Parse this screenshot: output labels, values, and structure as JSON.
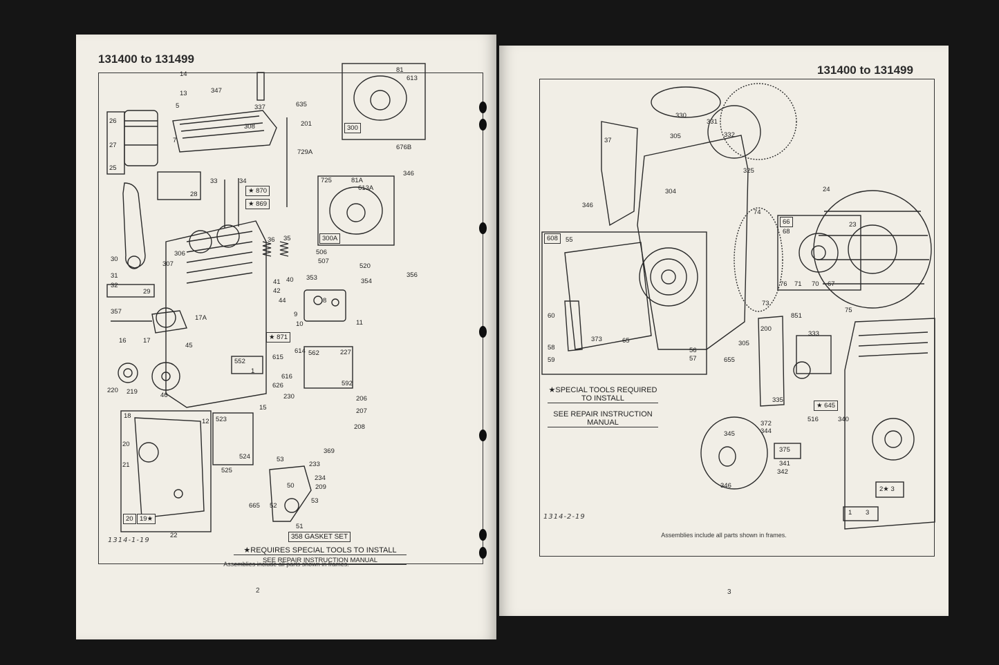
{
  "left_page": {
    "header": "131400 to 131499",
    "page_number": "2",
    "drawing_code": "1314-1-19",
    "note_tools": "★REQUIRES SPECIAL TOOLS TO INSTALL",
    "note_manual": "SEE REPAIR INSTRUCTION MANUAL",
    "caption": "Assemblies include all parts shown in frames.",
    "gasket_set": "358 GASKET SET",
    "labels": [
      "14",
      "13",
      "347",
      "5",
      "337",
      "635",
      "201",
      "81",
      "613",
      "308",
      "26",
      "27",
      "25",
      "7",
      "300",
      "676B",
      "729A",
      "346",
      "725",
      "81A",
      "613A",
      "300A",
      "33",
      "34",
      "★ 870",
      "★ 869",
      "28",
      "30",
      "31",
      "32",
      "29",
      "306",
      "307",
      "36",
      "35",
      "506",
      "507",
      "520",
      "356",
      "353",
      "354",
      "41",
      "42",
      "44",
      "40",
      "8",
      "9",
      "10",
      "11",
      "17A",
      "357",
      "16",
      "17",
      "45",
      "★ 871",
      "552",
      "1",
      "614",
      "615",
      "562",
      "227",
      "592",
      "616",
      "626",
      "230",
      "220",
      "219",
      "46",
      "15",
      "206",
      "207",
      "208",
      "18",
      "12",
      "523",
      "20",
      "21",
      "524",
      "525",
      "369",
      "53",
      "233",
      "234",
      "209",
      "665",
      "50",
      "52",
      "53",
      "51",
      "20",
      "19★",
      "22"
    ]
  },
  "right_page": {
    "header": "131400 to 131499",
    "page_number": "3",
    "drawing_code": "1314-2-19",
    "note_tools": "★SPECIAL TOOLS REQUIRED TO INSTALL",
    "note_manual": "SEE REPAIR INSTRUCTION MANUAL",
    "caption": "Assemblies include all parts shown in frames.",
    "labels": [
      "330",
      "331",
      "332",
      "305",
      "37",
      "325",
      "304",
      "346",
      "24",
      "74",
      "66",
      "68",
      "23",
      "608",
      "55",
      "76",
      "71",
      "70",
      "67",
      "75",
      "73",
      "60",
      "851",
      "200",
      "333",
      "58",
      "59",
      "373",
      "65",
      "56",
      "57",
      "655",
      "305",
      "335",
      "★ 645",
      "345",
      "372",
      "344",
      "516",
      "340",
      "375",
      "341",
      "342",
      "346",
      "2★ 3",
      "1",
      "3"
    ]
  }
}
